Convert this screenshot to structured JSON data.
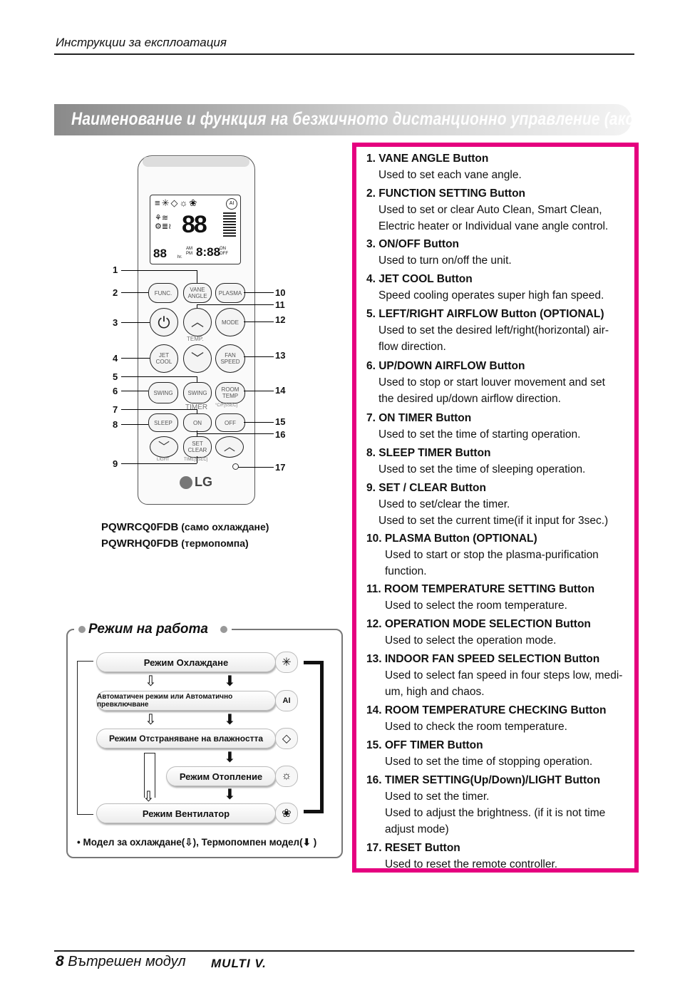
{
  "header": {
    "title": "Инструкции за експлоатация"
  },
  "banner": {
    "title": "Наименование и функция на безжичното дистанционно управление (аксесоар)"
  },
  "remote": {
    "lcd_digits": "88",
    "lcd_ampm": "AM\nPM",
    "lcd_time": "8:88",
    "lcd_onoff": "ON\nOFF",
    "lcd_hr": "hr.",
    "lcd_ai": "AI",
    "buttons": {
      "func": "FUNC.",
      "vane": "VANE ANGLE",
      "plasma": "PLASMA",
      "mode": "MODE",
      "jet": "JET COOL",
      "fan": "FAN SPEED",
      "swing1": "SWING",
      "swing2": "SWING",
      "room": "ROOM TEMP",
      "sleep": "SLEEP",
      "on": "ON",
      "off": "OFF",
      "set": "SET CLEAR"
    },
    "labels": {
      "temp": "TEMP.",
      "timer": "TIMER",
      "cf": "°C/F[5SEC]",
      "light": "LIGHT",
      "time": "TIME[5SEC]",
      "brand": "LG"
    },
    "callouts_left": [
      "1",
      "2",
      "3",
      "4",
      "5",
      "6",
      "7",
      "8",
      "9"
    ],
    "callouts_right": [
      "10",
      "11",
      "12",
      "13",
      "14",
      "15",
      "16",
      "17"
    ]
  },
  "models": {
    "line1_code": "PQWRCQ0FDB",
    "line1_desc": " (само охлаждане)",
    "line2_code": "PQWRHQ0FDB",
    "line2_desc": " (термопомпа)"
  },
  "modes": {
    "title": "Режим на работа",
    "items": [
      "Режим Охлаждане",
      "Автоматичен режим или Автоматично превключване",
      "Режим Отстраняване на влажността",
      "Режим Отопление",
      "Режим Вентилатор"
    ],
    "note_a": "• Модел за охлаждане(",
    "note_b": "), Термопомпен модел(",
    "note_c": " )"
  },
  "functions": [
    {
      "title": "1. VANE ANGLE Button",
      "desc": [
        "Used to set each vane angle."
      ]
    },
    {
      "title": "2. FUNCTION SETTING Button",
      "desc": [
        "Used to set or clear Auto Clean, Smart Clean,",
        "Electric heater or Individual vane angle control."
      ]
    },
    {
      "title": "3.  ON/OFF Button",
      "desc": [
        "Used to turn on/off the unit."
      ]
    },
    {
      "title": "4. JET COOL Button",
      "desc": [
        "Speed cooling operates super high fan speed."
      ]
    },
    {
      "title": "5. LEFT/RIGHT AIRFLOW Button (OPTIONAL)",
      "desc": [
        "Used to set the desired left/right(horizontal) air-",
        "flow direction."
      ]
    },
    {
      "title": "6. UP/DOWN AIRFLOW Button",
      "desc": [
        "Used to stop or start louver movement and set",
        "the desired up/down airflow direction."
      ]
    },
    {
      "title": "7. ON TIMER Button",
      "desc": [
        "Used to set the time of starting operation."
      ]
    },
    {
      "title": "8. SLEEP TIMER Button",
      "desc": [
        "Used to set the time of sleeping operation."
      ]
    },
    {
      "title": "9. SET / CLEAR Button",
      "desc": [
        "Used to set/clear the timer.",
        "Used to set the current time(if it input for 3sec.)"
      ]
    },
    {
      "title": "10. PLASMA Button (OPTIONAL)",
      "desc": [
        "Used to start or stop the plasma-purification",
        "function."
      ]
    },
    {
      "title": "11. ROOM TEMPERATURE SETTING Button",
      "desc": [
        "Used to select the room temperature."
      ]
    },
    {
      "title": "12. OPERATION MODE SELECTION Button",
      "desc": [
        "Used to select the operation mode."
      ]
    },
    {
      "title": "13. INDOOR FAN SPEED SELECTION Button",
      "desc": [
        "Used to select fan speed in four steps low, medi-",
        "um, high and chaos."
      ]
    },
    {
      "title": "14. ROOM TEMPERATURE CHECKING Button",
      "desc": [
        "Used to check the room temperature."
      ]
    },
    {
      "title": "15. OFF TIMER Button",
      "desc": [
        "Used to set the time of stopping operation."
      ]
    },
    {
      "title": "16. TIMER SETTING(Up/Down)/LIGHT Button",
      "desc": [
        "Used to set the timer.",
        "Used to adjust the brightness. (if it is not time",
        "adjust mode)"
      ]
    },
    {
      "title": "17. RESET Button",
      "desc": [
        "Used to reset the remote controller."
      ]
    }
  ],
  "footer": {
    "page": "8",
    "text": " Вътрешен модул",
    "brand": "MULTI V."
  }
}
